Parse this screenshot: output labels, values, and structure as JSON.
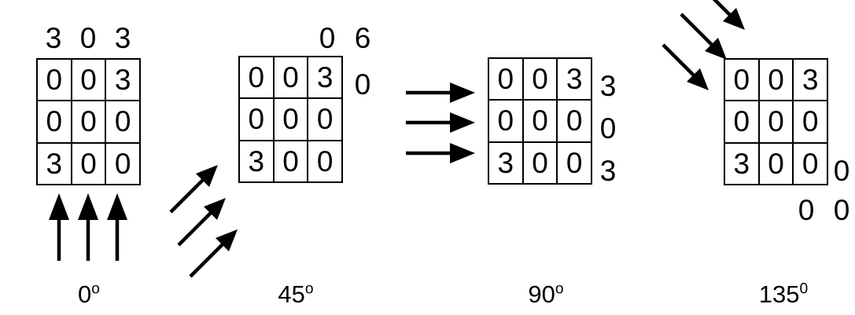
{
  "figure": {
    "title": "",
    "background_color": "#ffffff",
    "ink_color": "#000000"
  },
  "groups": [
    {
      "id": "group-0deg",
      "caption_value": "0",
      "caption_degree_glyph": "o",
      "matrix": [
        [
          "0",
          "0",
          "3"
        ],
        [
          "0",
          "0",
          "0"
        ],
        [
          "3",
          "0",
          "0"
        ]
      ],
      "top_labels": [
        "3",
        "0",
        "3"
      ],
      "right_labels": [],
      "corner_labels": [],
      "below_labels": [],
      "arrow_direction": "up",
      "arrow_count": 3
    },
    {
      "id": "group-45deg",
      "caption_value": "45",
      "caption_degree_glyph": "o",
      "matrix": [
        [
          "0",
          "0",
          "3"
        ],
        [
          "0",
          "0",
          "0"
        ],
        [
          "3",
          "0",
          "0"
        ]
      ],
      "top_labels": [],
      "above_right_labels": [
        "0",
        "6"
      ],
      "right_labels": [
        "0"
      ],
      "below_labels": [],
      "arrow_direction": "up-right",
      "arrow_count": 3
    },
    {
      "id": "group-90deg",
      "caption_value": "90",
      "caption_degree_glyph": "o",
      "matrix": [
        [
          "0",
          "0",
          "3"
        ],
        [
          "0",
          "0",
          "0"
        ],
        [
          "3",
          "0",
          "0"
        ]
      ],
      "top_labels": [],
      "right_labels": [
        "3",
        "0",
        "3"
      ],
      "below_labels": [],
      "arrow_direction": "right",
      "arrow_count": 3
    },
    {
      "id": "group-135deg",
      "caption_value": "135",
      "caption_degree_glyph": "0",
      "matrix": [
        [
          "0",
          "0",
          "3"
        ],
        [
          "0",
          "0",
          "0"
        ],
        [
          "3",
          "0",
          "0"
        ]
      ],
      "top_labels": [],
      "right_labels": [
        "0"
      ],
      "below_labels": [
        "0",
        "0"
      ],
      "arrow_direction": "down-right",
      "arrow_count": 3
    }
  ]
}
